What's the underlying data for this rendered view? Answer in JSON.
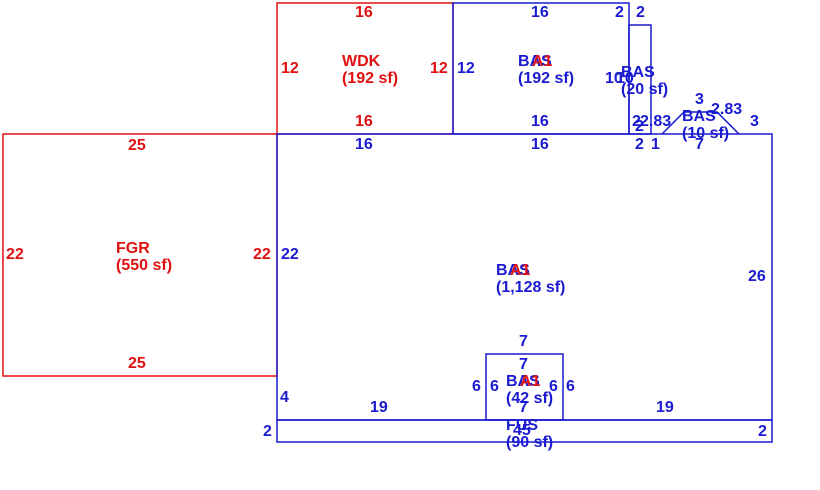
{
  "colors": {
    "red": "#e01010",
    "blue": "#1a1ad0",
    "background": "#ffffff"
  },
  "areas": {
    "wdk": {
      "code": "WDK",
      "area": "(192 sf)"
    },
    "fgr": {
      "code": "FGR",
      "area": "(550 sf)"
    },
    "bas_upper": {
      "code": "BAS",
      "overlap": "A1",
      "area": "(192 sf)"
    },
    "bas_narrow": {
      "code": "BAS",
      "area": "(20 sf)"
    },
    "bas_bay": {
      "code": "BAS",
      "area": "(10 sf)"
    },
    "bas_main": {
      "code": "BAS",
      "overlap": "A1",
      "area": "(1,128 sf)"
    },
    "bas_small": {
      "code": "BAS",
      "overlap": "A1",
      "area": "(42 sf)"
    },
    "fus": {
      "code": "FUS",
      "area": "(90 sf)"
    }
  },
  "dimensions": {
    "wdk_top": "16",
    "wdk_bottom": "16",
    "wdk_left": "12",
    "wdk_right": "12",
    "fgr_top": "25",
    "fgr_bottom": "25",
    "fgr_left": "22",
    "fgr_right": "22",
    "upper_top": "16",
    "upper_left": "12",
    "upper_bottom": "16",
    "upper_right": "10",
    "narrow_top": "2",
    "narrow_top2": "2",
    "narrow_left": "10",
    "narrow_bottom": "2",
    "narrow_bottom2": "2",
    "bay_diag": "2.83",
    "bay_top": "3",
    "bay_diag2": "2.83",
    "bay_right": "3",
    "bay_bottom": "7",
    "main_top": "16",
    "main_top2": "16",
    "main_top3": "2",
    "main_top4": "1",
    "main_left": "22",
    "main_right": "26",
    "main_left_low": "4",
    "main_bottom_left": "19",
    "main_bottom_right": "19",
    "small_top": "7",
    "small_top_in": "7",
    "small_left": "6",
    "small_left_in": "6",
    "small_right_in": "6",
    "small_right": "6",
    "small_bottom": "7",
    "fus_left": "2",
    "fus_right": "2",
    "fus_bottom": "45"
  }
}
